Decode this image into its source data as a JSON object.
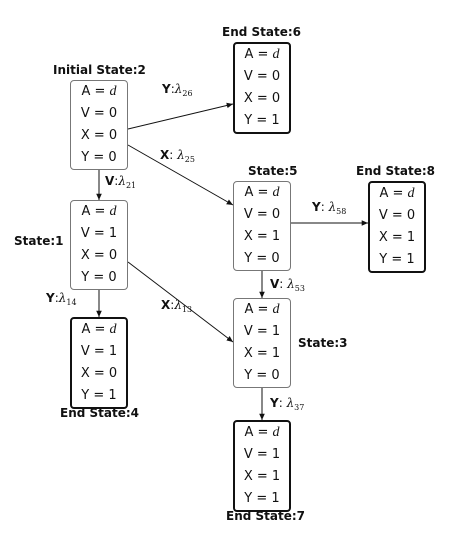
{
  "states": [
    {
      "id": "s2",
      "title": "Initial State:2",
      "end": false,
      "vars": [
        {
          "k": "A",
          "v": "d"
        },
        {
          "k": "V",
          "v": "0"
        },
        {
          "k": "X",
          "v": "0"
        },
        {
          "k": "Y",
          "v": "0"
        }
      ]
    },
    {
      "id": "s6",
      "title": "End State:6",
      "end": true,
      "vars": [
        {
          "k": "A",
          "v": "d"
        },
        {
          "k": "V",
          "v": "0"
        },
        {
          "k": "X",
          "v": "0"
        },
        {
          "k": "Y",
          "v": "1"
        }
      ]
    },
    {
      "id": "s5",
      "title": "State:5",
      "end": false,
      "vars": [
        {
          "k": "A",
          "v": "d"
        },
        {
          "k": "V",
          "v": "0"
        },
        {
          "k": "X",
          "v": "1"
        },
        {
          "k": "Y",
          "v": "0"
        }
      ]
    },
    {
      "id": "s8",
      "title": "End State:8",
      "end": true,
      "vars": [
        {
          "k": "A",
          "v": "d"
        },
        {
          "k": "V",
          "v": "0"
        },
        {
          "k": "X",
          "v": "1"
        },
        {
          "k": "Y",
          "v": "1"
        }
      ]
    },
    {
      "id": "s1",
      "title": "State:1",
      "end": false,
      "vars": [
        {
          "k": "A",
          "v": "d"
        },
        {
          "k": "V",
          "v": "1"
        },
        {
          "k": "X",
          "v": "0"
        },
        {
          "k": "Y",
          "v": "0"
        }
      ]
    },
    {
      "id": "s3",
      "title": "State:3",
      "end": false,
      "vars": [
        {
          "k": "A",
          "v": "d"
        },
        {
          "k": "V",
          "v": "1"
        },
        {
          "k": "X",
          "v": "1"
        },
        {
          "k": "Y",
          "v": "0"
        }
      ]
    },
    {
      "id": "s4",
      "title": "End State:4",
      "end": true,
      "vars": [
        {
          "k": "A",
          "v": "d"
        },
        {
          "k": "V",
          "v": "1"
        },
        {
          "k": "X",
          "v": "0"
        },
        {
          "k": "Y",
          "v": "1"
        }
      ]
    },
    {
      "id": "s7",
      "title": "End State:7",
      "end": true,
      "vars": [
        {
          "k": "A",
          "v": "d"
        },
        {
          "k": "V",
          "v": "1"
        },
        {
          "k": "X",
          "v": "1"
        },
        {
          "k": "Y",
          "v": "1"
        }
      ]
    }
  ],
  "transitions": [
    {
      "from": "s2",
      "to": "s6",
      "var": "Y",
      "sep": ":",
      "rate": "λ",
      "sub": "26"
    },
    {
      "from": "s2",
      "to": "s5",
      "var": "X",
      "sep": ": ",
      "rate": "λ",
      "sub": "25"
    },
    {
      "from": "s2",
      "to": "s1",
      "var": "V",
      "sep": ":",
      "rate": "λ",
      "sub": "21"
    },
    {
      "from": "s5",
      "to": "s8",
      "var": "Y",
      "sep": ": ",
      "rate": "λ",
      "sub": "58"
    },
    {
      "from": "s5",
      "to": "s3",
      "var": "V",
      "sep": ": ",
      "rate": "λ",
      "sub": "53"
    },
    {
      "from": "s1",
      "to": "s4",
      "var": "Y",
      "sep": ":",
      "rate": "λ",
      "sub": "14"
    },
    {
      "from": "s1",
      "to": "s3",
      "var": "X",
      "sep": ":",
      "rate": "λ",
      "sub": "13"
    },
    {
      "from": "s3",
      "to": "s7",
      "var": "Y",
      "sep": ": ",
      "rate": "λ",
      "sub": "37"
    }
  ]
}
